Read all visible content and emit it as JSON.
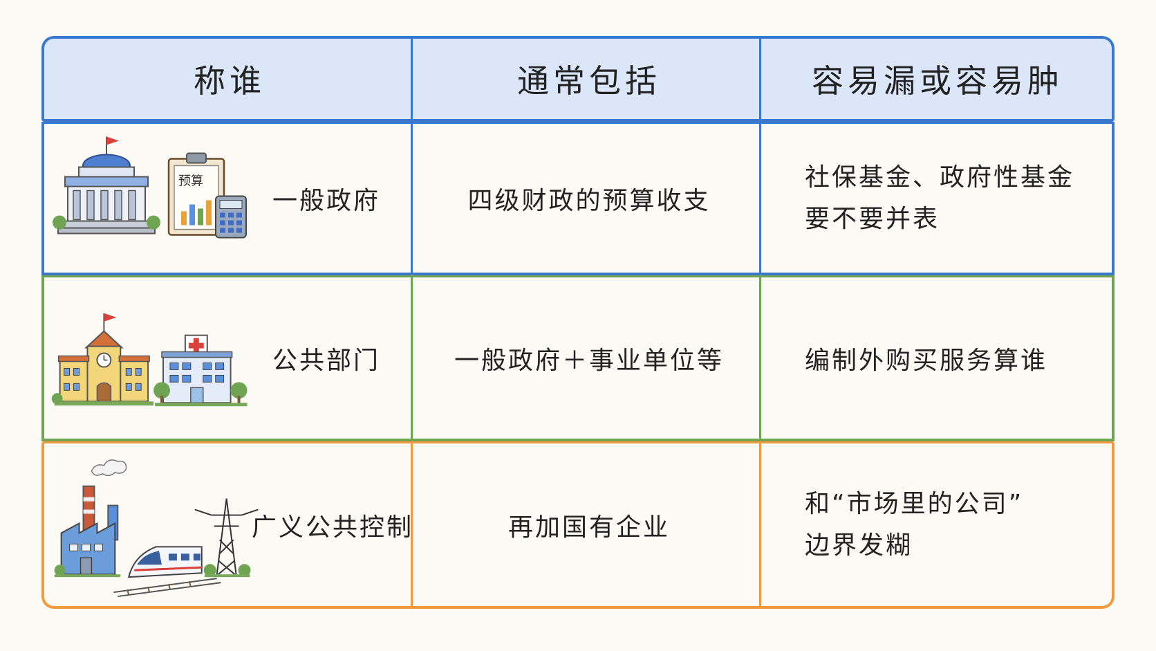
{
  "header": {
    "col1": "称谁",
    "col2": "通常包括",
    "col3": "容易漏或容易肿"
  },
  "rows": [
    {
      "label": "一般政府",
      "includes": "四级财政的预算收支",
      "pitfall_line1": "社保基金、政府性基金",
      "pitfall_line2": "要不要并表",
      "icon_text": "预算",
      "icons": [
        "government-building-icon",
        "budget-clipboard-icon",
        "calculator-icon"
      ],
      "border_color": "#3a78cf"
    },
    {
      "label": "公共部门",
      "includes": "一般政府＋事业单位等",
      "pitfall_line1": "编制外购买服务算谁",
      "icons": [
        "school-building-icon",
        "hospital-icon"
      ],
      "border_color": "#6fa552"
    },
    {
      "label": "广义公共控制",
      "includes": "再加国有企业",
      "pitfall_line1": "和“市场里的公司”",
      "pitfall_line2": "边界发糊",
      "icons": [
        "factory-icon",
        "train-icon",
        "power-tower-icon"
      ],
      "border_color": "#ef9a3c"
    }
  ],
  "colors": {
    "header_bg": "#dbe7f8",
    "blue": "#3a78cf",
    "green": "#6fa552",
    "orange": "#ef9a3c"
  }
}
